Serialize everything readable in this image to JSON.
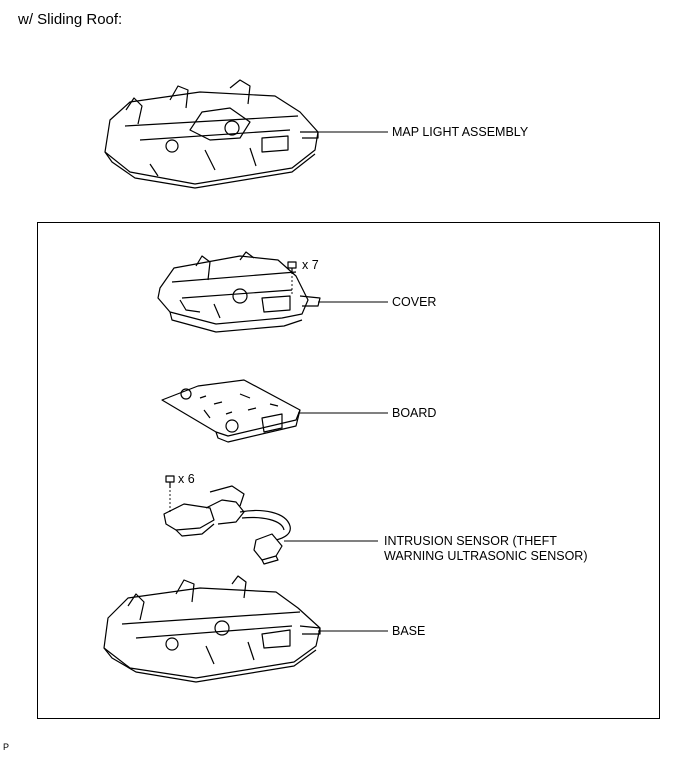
{
  "heading": "w/ Sliding Roof:",
  "parts": {
    "map_light_assembly": "MAP LIGHT ASSEMBLY",
    "cover": "COVER",
    "board": "BOARD",
    "intrusion_sensor_line1": "INTRUSION SENSOR (THEFT",
    "intrusion_sensor_line2": "WARNING ULTRASONIC SENSOR)",
    "base": "BASE"
  },
  "fasteners": {
    "cover_screws": "x 7",
    "sensor_screws": "x 6"
  },
  "figure_code": "P"
}
